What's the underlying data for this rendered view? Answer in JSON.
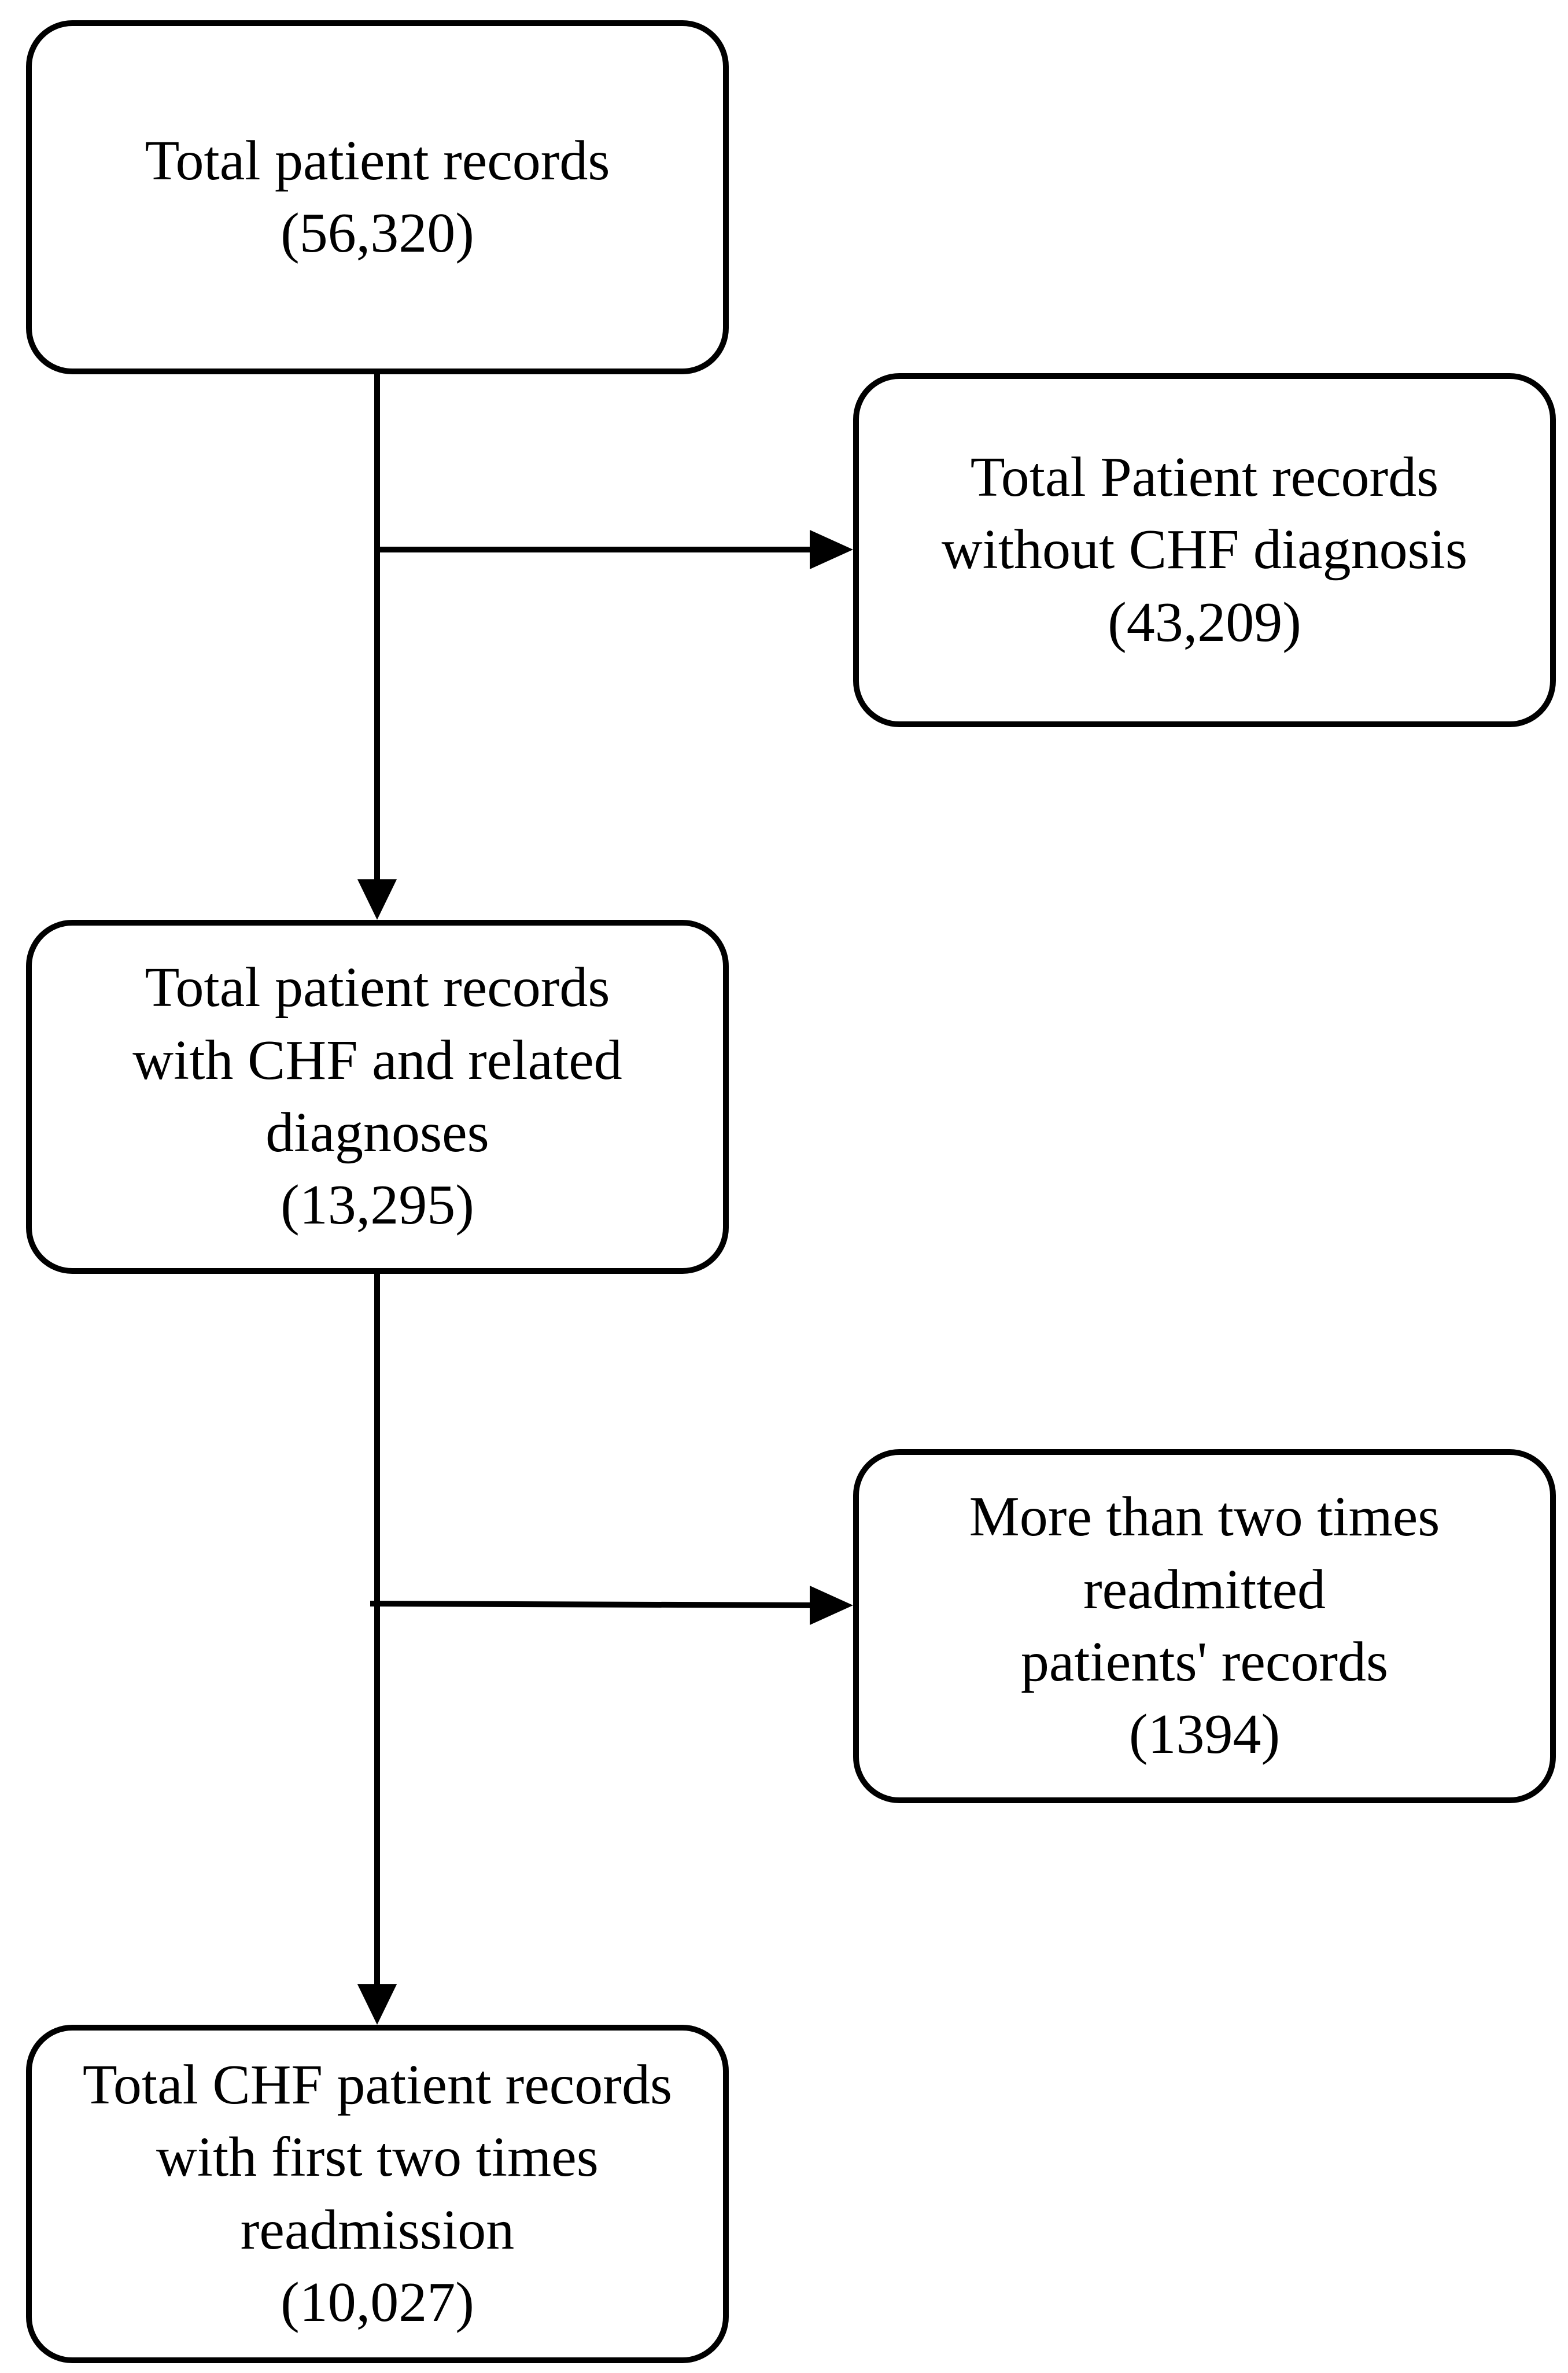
{
  "nodes": {
    "total": {
      "lines": [
        "Total patient records",
        "(56,320)"
      ]
    },
    "no_chf": {
      "lines": [
        "Total Patient records",
        "without CHF diagnosis",
        "(43,209)"
      ]
    },
    "chf": {
      "lines": [
        "Total patient records",
        "with CHF and related",
        "diagnoses",
        "(13,295)"
      ]
    },
    "readmitted": {
      "lines": [
        "More than two times",
        "readmitted",
        "patients' records",
        "(1394)"
      ]
    },
    "final": {
      "lines": [
        "Total CHF patient records",
        "with first two times",
        "readmission",
        "(10,027)"
      ]
    }
  },
  "edges": [
    {
      "from": "total",
      "to": "chf"
    },
    {
      "from": "total",
      "to": "no_chf"
    },
    {
      "from": "chf",
      "to": "final"
    },
    {
      "from": "chf",
      "to": "readmitted"
    }
  ],
  "colors": {
    "stroke": "#000000",
    "background": "#ffffff"
  }
}
